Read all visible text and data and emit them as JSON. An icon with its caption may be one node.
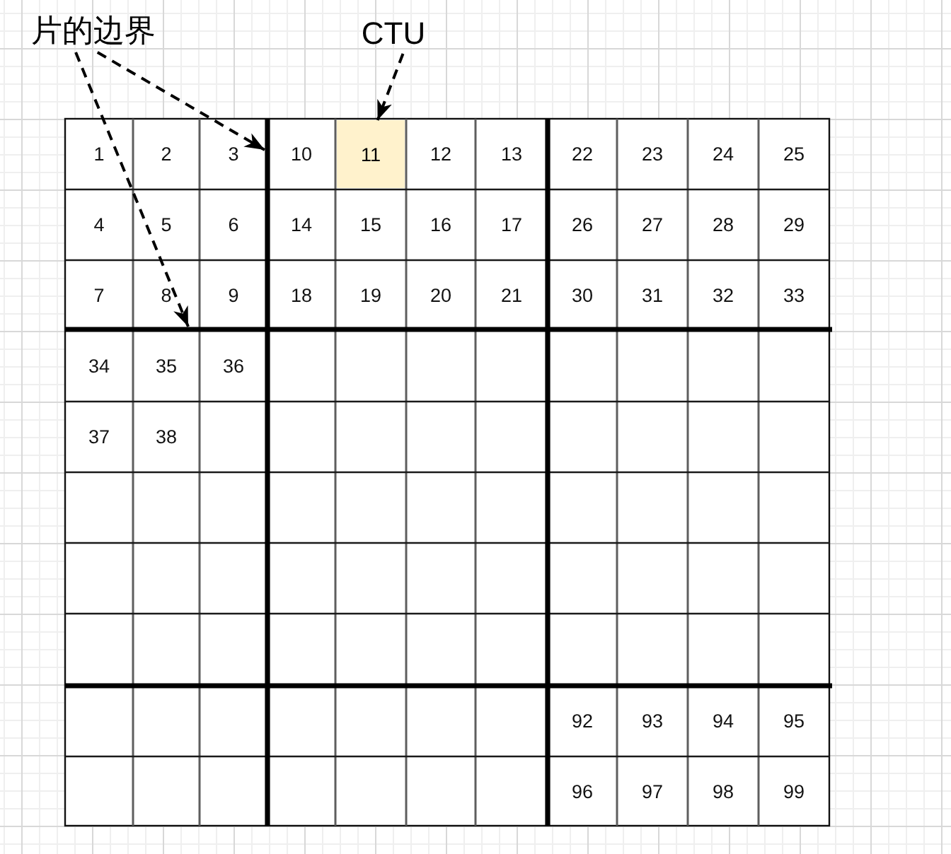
{
  "diagram": {
    "nodes": [
      {
        "text": [
          "片的边界"
        ]
      },
      {
        "text": [
          "CTU"
        ]
      },
      {
        "text": [
          "11"
        ]
      }
    ],
    "edges": [
      {
        "from": 0,
        "to": null,
        "arrow": "to",
        "style": "dashed"
      },
      {
        "from": 0,
        "to": null,
        "arrow": "to",
        "style": "dashed"
      },
      {
        "from": 1,
        "to": 2,
        "arrow": "to",
        "style": "dashed"
      }
    ],
    "labels": [
      "1",
      "2",
      "3",
      "10",
      "12",
      "13",
      "22",
      "23",
      "24",
      "25",
      "4",
      "5",
      "6",
      "14",
      "15",
      "16",
      "17",
      "26",
      "27",
      "28",
      "29",
      "7",
      "8",
      "9",
      "18",
      "19",
      "20",
      "21",
      "30",
      "31",
      "32",
      "33",
      "34",
      "35",
      "36",
      "37",
      "38",
      "92",
      "93",
      "94",
      "95",
      "96",
      "97",
      "98",
      "99"
    ]
  }
}
